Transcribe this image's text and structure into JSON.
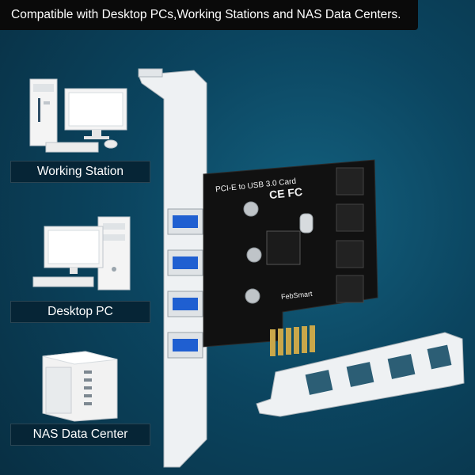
{
  "banner": {
    "text": "Compatible with Desktop PCs,Working Stations and NAS Data Centers."
  },
  "devices": [
    {
      "label": "Working Station"
    },
    {
      "label": "Desktop PC"
    },
    {
      "label": "NAS Data Center"
    }
  ],
  "card": {
    "silkscreen": "PCI-E  to USB 3.0 Card",
    "cert_marks": "CE FC",
    "brand": "FebSmart",
    "usb_ports": 4
  },
  "colors": {
    "background": "#0b4560",
    "banner_bg": "#0a0a0a",
    "label_bg": "#062536",
    "pcb": "#111111",
    "usb_blue": "#1f5fd1",
    "gold_contacts": "#c9a74a"
  }
}
